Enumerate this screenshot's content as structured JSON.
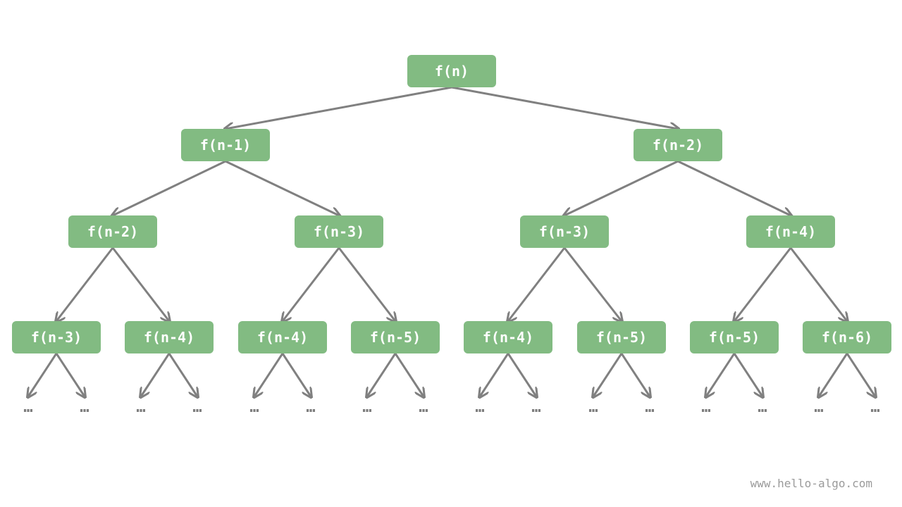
{
  "diagram": {
    "nodes": [
      {
        "id": "n0",
        "label": "f(n)"
      },
      {
        "id": "n1",
        "label": "f(n-1)"
      },
      {
        "id": "n2",
        "label": "f(n-2)"
      },
      {
        "id": "n3",
        "label": "f(n-2)"
      },
      {
        "id": "n4",
        "label": "f(n-3)"
      },
      {
        "id": "n5",
        "label": "f(n-3)"
      },
      {
        "id": "n6",
        "label": "f(n-4)"
      },
      {
        "id": "n7",
        "label": "f(n-3)"
      },
      {
        "id": "n8",
        "label": "f(n-4)"
      },
      {
        "id": "n9",
        "label": "f(n-4)"
      },
      {
        "id": "n10",
        "label": "f(n-5)"
      },
      {
        "id": "n11",
        "label": "f(n-4)"
      },
      {
        "id": "n12",
        "label": "f(n-5)"
      },
      {
        "id": "n13",
        "label": "f(n-5)"
      },
      {
        "id": "n14",
        "label": "f(n-6)"
      }
    ],
    "edges": [
      [
        "n0",
        "n1"
      ],
      [
        "n0",
        "n2"
      ],
      [
        "n1",
        "n3"
      ],
      [
        "n1",
        "n4"
      ],
      [
        "n2",
        "n5"
      ],
      [
        "n2",
        "n6"
      ],
      [
        "n3",
        "n7"
      ],
      [
        "n3",
        "n8"
      ],
      [
        "n4",
        "n9"
      ],
      [
        "n4",
        "n10"
      ],
      [
        "n5",
        "n11"
      ],
      [
        "n5",
        "n12"
      ],
      [
        "n6",
        "n13"
      ],
      [
        "n6",
        "n14"
      ]
    ],
    "ellipsis_label": "…"
  },
  "watermark": "www.hello-algo.com",
  "colors": {
    "node_fill": "#82bb82",
    "node_text": "#ffffff",
    "edge": "#808080",
    "ellipsis": "#7f7f7f",
    "watermark": "#9a9a9a"
  }
}
